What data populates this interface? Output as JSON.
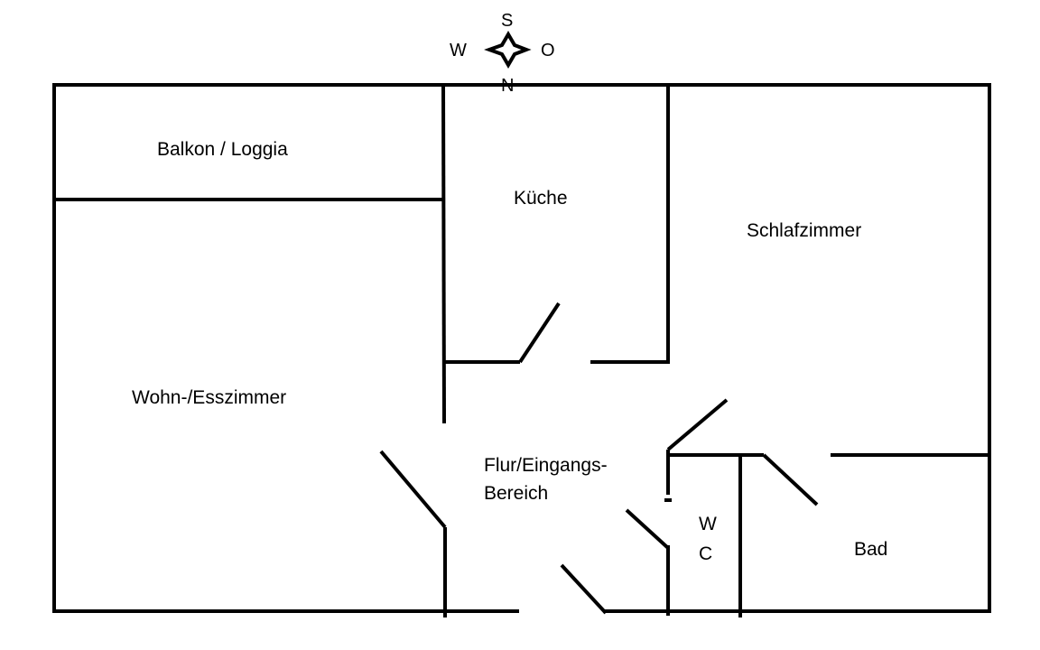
{
  "compass": {
    "north": "N",
    "south": "S",
    "west": "W",
    "east": "O",
    "icon": "compass-star-icon"
  },
  "rooms": {
    "balcony": "Balkon / Loggia",
    "kitchen": "Küche",
    "bedroom": "Schlafzimmer",
    "living": "Wohn-/Esszimmer",
    "hallway_line1": "Flur/Eingangs-",
    "hallway_line2": "Bereich",
    "wc_line1": "W",
    "wc_line2": "C",
    "bath": "Bad"
  },
  "colors": {
    "wall": "#000000",
    "background": "#ffffff"
  }
}
